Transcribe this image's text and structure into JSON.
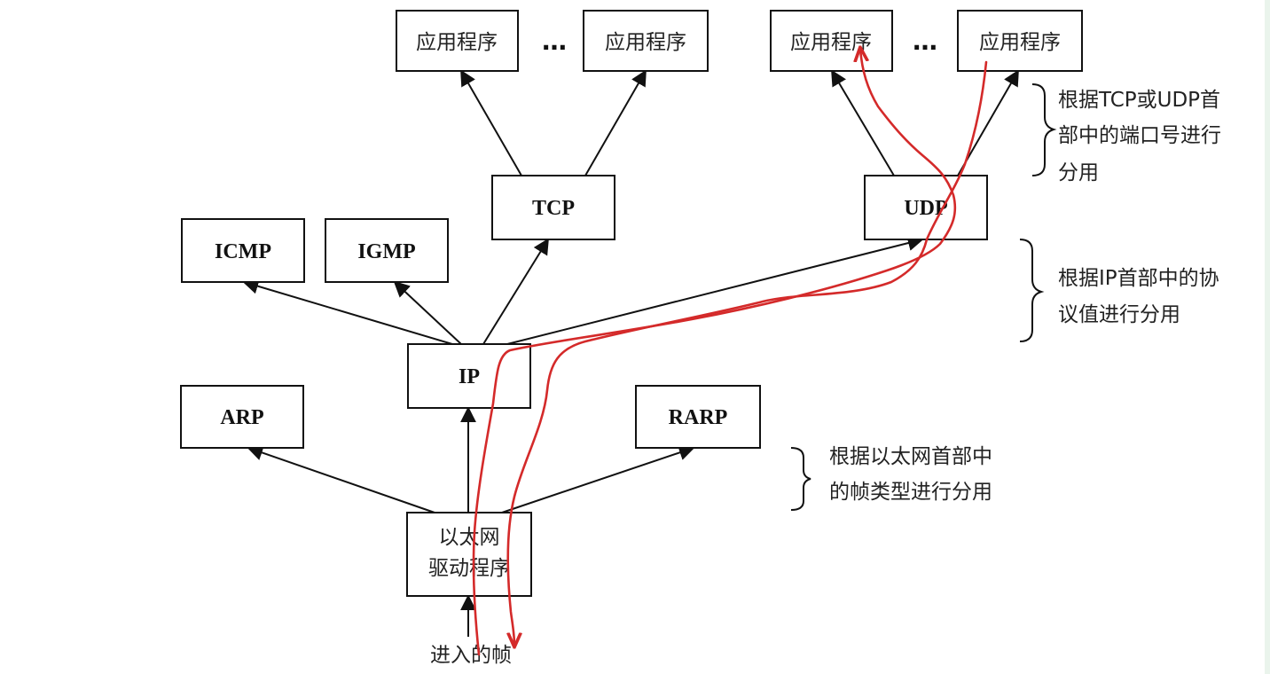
{
  "nodes": {
    "app1": "应用程序",
    "app2": "应用程序",
    "app3": "应用程序",
    "app4": "应用程序",
    "ellipsis_left": "…",
    "ellipsis_right": "…",
    "tcp": "TCP",
    "udp": "UDP",
    "icmp": "ICMP",
    "igmp": "IGMP",
    "ip": "IP",
    "arp": "ARP",
    "rarp": "RARP",
    "ethernet_line1": "以太网",
    "ethernet_line2": "驱动程序",
    "incoming": "进入的帧"
  },
  "annotations": {
    "port_demux_line1": "根据TCP或UDP首",
    "port_demux_line2": "部中的端口号进行",
    "port_demux_line3": "分用",
    "ip_demux_line1": "根据IP首部中的协",
    "ip_demux_line2": "议值进行分用",
    "eth_demux_line1": "根据以太网首部中",
    "eth_demux_line2": "的帧类型进行分用"
  },
  "colors": {
    "stroke": "#111111",
    "highlight_path": "#d42a2a"
  }
}
